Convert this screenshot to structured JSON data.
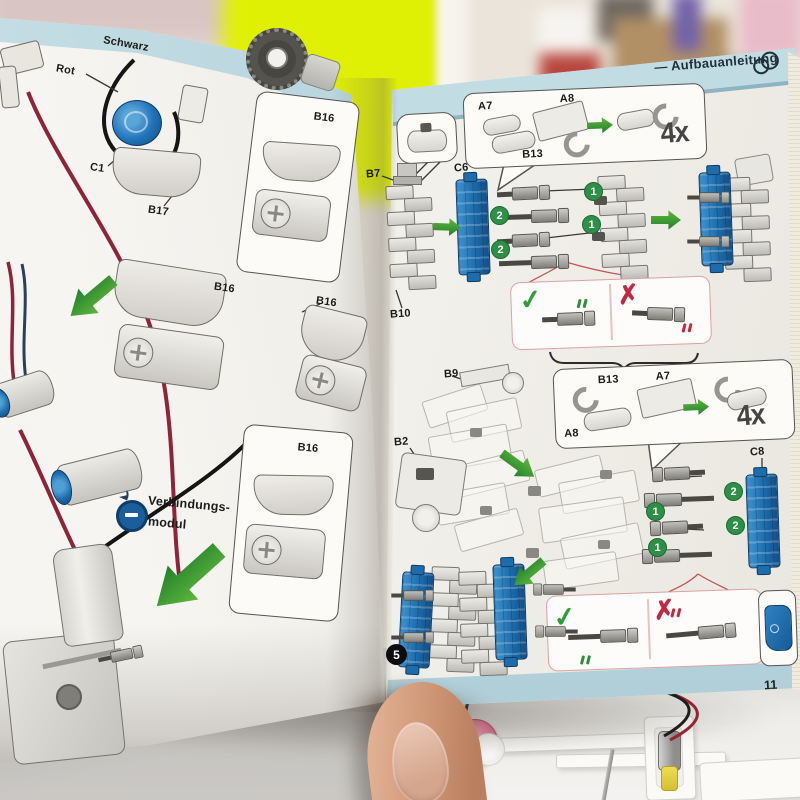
{
  "left_page": {
    "labels": {
      "schwarz": "Schwarz",
      "rot": "Rot",
      "c1": "C1",
      "b17": "B17",
      "b16_callout_top": "B16",
      "b16_mid": "B16",
      "b16_right": "B16",
      "b16_callout_bottom": "B16",
      "module_line1": "Verbindungs-",
      "module_line2": "modul"
    }
  },
  "right_page": {
    "header_title": "— Aufbauanleitung",
    "page_number": "11",
    "step_number": "5",
    "quantity_4x": "4x",
    "badge_one": "1",
    "badge_two": "2",
    "check_mark": "✓",
    "cross_mark": "✗",
    "callout_top": {
      "a7": "A7",
      "a8": "A8",
      "b13": "B13"
    },
    "callout_mid": {
      "b13": "B13",
      "a7": "A7",
      "a8": "A8"
    },
    "parts": {
      "b7": "B7",
      "c6": "C6",
      "b10": "B10",
      "b9": "B9",
      "b2": "B2",
      "c8": "C8"
    }
  },
  "colors": {
    "part_blue": "#1d6cab",
    "arrow_green": "#2e8f3a",
    "badge_green": "#2e8f47",
    "error_red": "#c22744",
    "band_blue": "#aecdd7",
    "page_white": "#f2f0ea"
  }
}
